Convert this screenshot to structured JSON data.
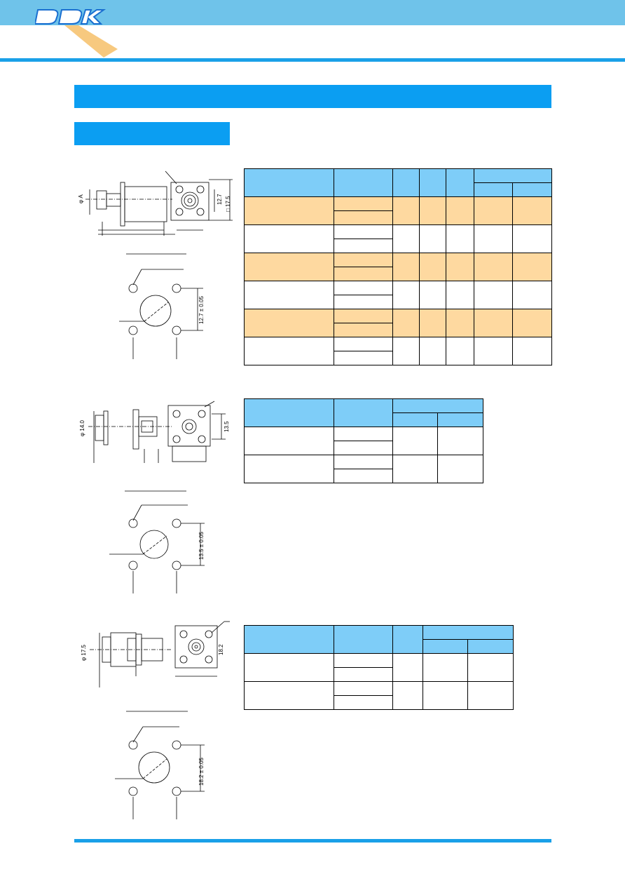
{
  "header": {
    "logo_text": "DDK",
    "brand_color": "#6fc3ea",
    "accent_color": "#0b9ef2",
    "highlight_row_color": "#fed9a0",
    "table_header_color": "#7ecdf8"
  },
  "drawings": {
    "d1": {
      "dia_label": "φ A",
      "dim_a": "12.7",
      "dim_b": "□ 17.5",
      "panel_dim": "12.7 ± 0.05"
    },
    "d2": {
      "dia_label": "φ 14.0",
      "dim_b": "13.5",
      "panel_dim": "13.5 ± 0.05"
    },
    "d3": {
      "dia_label": "φ 17.5",
      "dim_b": "18.2",
      "panel_dim": "18.2 ± 0.05"
    }
  }
}
